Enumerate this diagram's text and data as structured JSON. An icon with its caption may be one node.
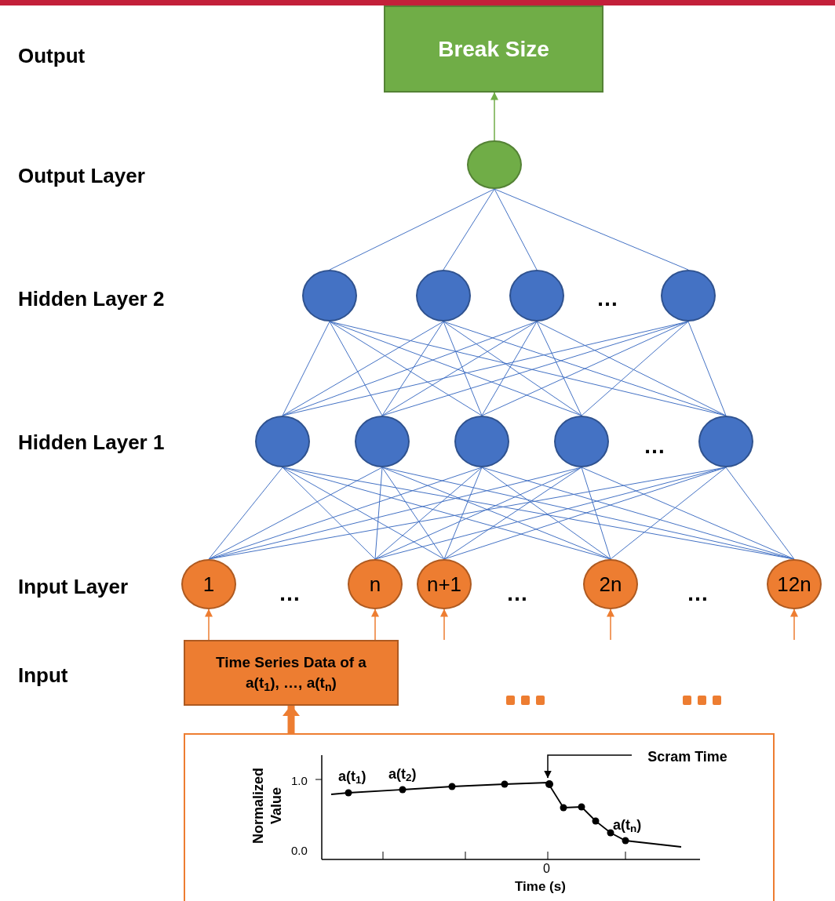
{
  "diagram": {
    "nodes": [
      {
        "text": [
          "Break Size"
        ]
      },
      {
        "text": [],
        "shape": "circle"
      },
      {
        "text": [],
        "shape": "circle"
      },
      {
        "text": [],
        "shape": "circle"
      },
      {
        "text": [],
        "shape": "circle"
      },
      {
        "text": [],
        "shape": "circle"
      },
      {
        "text": [],
        "shape": "circle"
      },
      {
        "text": [],
        "shape": "circle"
      },
      {
        "text": [],
        "shape": "circle"
      },
      {
        "text": [],
        "shape": "circle"
      },
      {
        "text": [],
        "shape": "circle"
      },
      {
        "text": [
          "1"
        ]
      },
      {
        "text": [
          "n"
        ]
      },
      {
        "text": [
          "n+1"
        ]
      },
      {
        "text": [
          "2n"
        ]
      },
      {
        "text": [
          "12n"
        ]
      },
      {
        "text": [
          "Time Series Data of a",
          "a(t$_{1}$), …, a(t$_{n}$)"
        ]
      },
      {
        "text": [],
        "shape": "box"
      },
      {
        "text": [
          "Scram Time"
        ],
        "in": 17
      },
      {
        "text": [],
        "shape": "circle",
        "in": 17
      }
    ],
    "edges": [
      {
        "from": 1,
        "to": 0,
        "arrow": "to",
        "color": "#70ad47"
      },
      {
        "from": 2,
        "to": 1,
        "arrow": "none"
      },
      {
        "from": 3,
        "to": 1,
        "arrow": "none"
      },
      {
        "from": 4,
        "to": 1,
        "arrow": "none"
      },
      {
        "from": 5,
        "to": 1,
        "arrow": "none"
      },
      {
        "from": 6,
        "to": 2,
        "arrow": "none"
      },
      {
        "from": 6,
        "to": 3,
        "arrow": "none"
      },
      {
        "from": 6,
        "to": 4,
        "arrow": "none"
      },
      {
        "from": 6,
        "to": 5,
        "arrow": "none"
      },
      {
        "from": 7,
        "to": 2,
        "arrow": "none"
      },
      {
        "from": 7,
        "to": 3,
        "arrow": "none"
      },
      {
        "from": 7,
        "to": 4,
        "arrow": "none"
      },
      {
        "from": 7,
        "to": 5,
        "arrow": "none"
      },
      {
        "from": 8,
        "to": 2,
        "arrow": "none"
      },
      {
        "from": 8,
        "to": 3,
        "arrow": "none"
      },
      {
        "from": 8,
        "to": 4,
        "arrow": "none"
      },
      {
        "from": 8,
        "to": 5,
        "arrow": "none"
      },
      {
        "from": 9,
        "to": 2,
        "arrow": "none"
      },
      {
        "from": 9,
        "to": 3,
        "arrow": "none"
      },
      {
        "from": 9,
        "to": 4,
        "arrow": "none"
      },
      {
        "from": 9,
        "to": 5,
        "arrow": "none"
      },
      {
        "from": 10,
        "to": 2,
        "arrow": "none"
      },
      {
        "from": 10,
        "to": 3,
        "arrow": "none"
      },
      {
        "from": 10,
        "to": 4,
        "arrow": "none"
      },
      {
        "from": 10,
        "to": 5,
        "arrow": "none"
      },
      {
        "from": 11,
        "to": 6,
        "arrow": "none"
      },
      {
        "from": 11,
        "to": 7,
        "arrow": "none"
      },
      {
        "from": 11,
        "to": 8,
        "arrow": "none"
      },
      {
        "from": 11,
        "to": 9,
        "arrow": "none"
      },
      {
        "from": 11,
        "to": 10,
        "arrow": "none"
      },
      {
        "from": 12,
        "to": 6,
        "arrow": "none"
      },
      {
        "from": 12,
        "to": 7,
        "arrow": "none"
      },
      {
        "from": 12,
        "to": 8,
        "arrow": "none"
      },
      {
        "from": 12,
        "to": 9,
        "arrow": "none"
      },
      {
        "from": 12,
        "to": 10,
        "arrow": "none"
      },
      {
        "from": 13,
        "to": 6,
        "arrow": "none"
      },
      {
        "from": 13,
        "to": 7,
        "arrow": "none"
      },
      {
        "from": 13,
        "to": 8,
        "arrow": "none"
      },
      {
        "from": 13,
        "to": 9,
        "arrow": "none"
      },
      {
        "from": 13,
        "to": 10,
        "arrow": "none"
      },
      {
        "from": 14,
        "to": 6,
        "arrow": "none"
      },
      {
        "from": 14,
        "to": 7,
        "arrow": "none"
      },
      {
        "from": 14,
        "to": 8,
        "arrow": "none"
      },
      {
        "from": 14,
        "to": 9,
        "arrow": "none"
      },
      {
        "from": 14,
        "to": 10,
        "arrow": "none"
      },
      {
        "from": 15,
        "to": 6,
        "arrow": "none"
      },
      {
        "from": 15,
        "to": 7,
        "arrow": "none"
      },
      {
        "from": 15,
        "to": 8,
        "arrow": "none"
      },
      {
        "from": 15,
        "to": 9,
        "arrow": "none"
      },
      {
        "from": 15,
        "to": 10,
        "arrow": "none"
      },
      {
        "from": 16,
        "to": 11,
        "arrow": "to",
        "color": "#ed7d31"
      },
      {
        "from": 16,
        "to": 12,
        "arrow": "to",
        "color": "#ed7d31"
      },
      {
        "from": null,
        "to": 13,
        "arrow": "to",
        "color": "#ed7d31"
      },
      {
        "from": null,
        "to": 14,
        "arrow": "to",
        "color": "#ed7d31"
      },
      {
        "from": null,
        "to": 15,
        "arrow": "to",
        "color": "#ed7d31"
      },
      {
        "from": 17,
        "to": 16,
        "arrow": "to",
        "style": "thick",
        "color": "#ed7d31"
      },
      {
        "from": 18,
        "to": 19,
        "arrow": "to",
        "color": "#000000"
      }
    ],
    "labels": [
      "Output",
      "Output Layer",
      "Hidden Layer 2",
      "…",
      "Hidden Layer 1",
      "…",
      "Input Layer",
      "…",
      "…",
      "…",
      "Input",
      "Normalized Value",
      "1.0",
      "a(t$_{1}$)",
      "a(t$_{2}$)",
      "a(t$_{n}$)",
      "0.0",
      "0",
      "Time (s)"
    ]
  }
}
